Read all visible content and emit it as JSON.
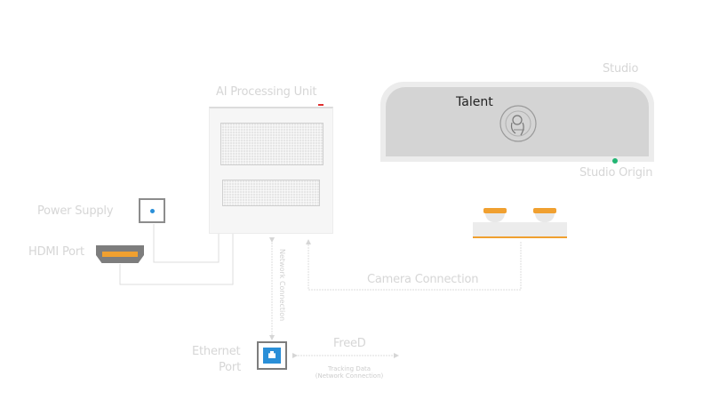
{
  "labels": {
    "studio": "Studio",
    "ai_unit": "AI Processing Unit",
    "talent": "Talent",
    "studio_origin": "Studio Origin",
    "power_supply": "Power Supply",
    "hdmi_port": "HDMI Port",
    "camera_connection": "Camera Connection",
    "network_connection": "Network Connection",
    "ethernet_line1": "Ethernet",
    "ethernet_line2": "Port",
    "freed": "FreeD",
    "tracking_line1": "Tracking Data",
    "tracking_line2": "(Network Connection)"
  },
  "colors": {
    "accent_orange": "#f0a030",
    "ethernet_blue": "#2a8fd8",
    "origin_green": "#22b573",
    "indicator_red": "#e03030",
    "line_gray": "#d8d8d8"
  },
  "icons": {
    "power": "power-socket-icon",
    "hdmi": "hdmi-port-icon",
    "ethernet": "ethernet-port-icon",
    "talent": "person-topdown-icon",
    "camera": "camera-rig-icon"
  }
}
